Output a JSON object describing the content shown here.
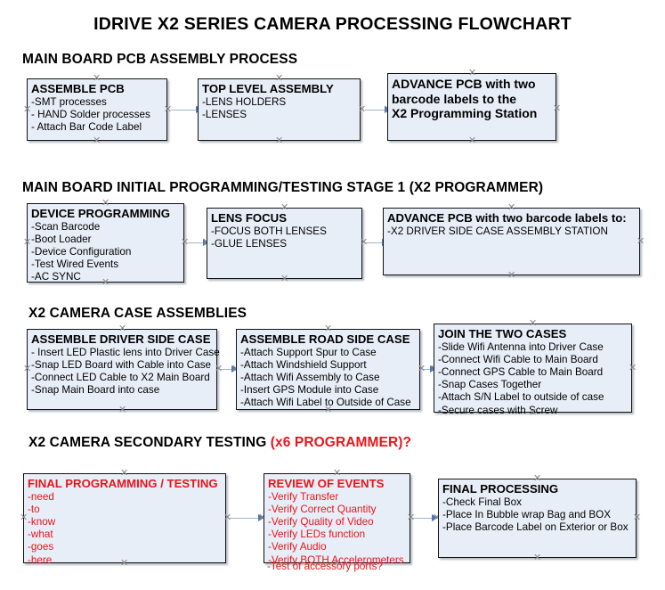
{
  "document": {
    "title": "IDRIVE X2  SERIES CAMERA PROCESSING FLOWCHART"
  },
  "colors": {
    "box_fill": "#e8eef8",
    "box_border": "#111111",
    "connector_line": "#9fb4cc",
    "connector_head": "#4a77b5",
    "accent_red": "#e8151b",
    "text": "#000000",
    "background": "#ffffff"
  },
  "sections": [
    {
      "heading": "MAIN BOARD PCB ASSEMBLY PROCESS",
      "heading_accent": "",
      "nodes": [
        {
          "title": "ASSEMBLE PCB",
          "lines": [
            "-SMT processes",
            "- HAND Solder processes",
            "- Attach Bar Code Label"
          ]
        },
        {
          "title": "TOP LEVEL ASSEMBLY",
          "lines": [
            "-LENS HOLDERS",
            "-LENSES"
          ]
        },
        {
          "title": "ADVANCE PCB with two",
          "lines": [
            "barcode labels to the",
            " X2 Programming Station"
          ]
        }
      ]
    },
    {
      "heading": "MAIN BOARD INITIAL PROGRAMMING/TESTING STAGE 1 (X2 PROGRAMMER)",
      "heading_accent": "",
      "nodes": [
        {
          "title": "DEVICE PROGRAMMING",
          "lines": [
            "-Scan Barcode",
            "-Boot Loader",
            "-Device Configuration",
            "-Test Wired Events",
            "-AC SYNC"
          ]
        },
        {
          "title": "LENS FOCUS",
          "lines": [
            "-FOCUS BOTH LENSES",
            "-GLUE LENSES"
          ]
        },
        {
          "title": "ADVANCE PCB with two barcode labels to:",
          "lines": [
            "-X2 DRIVER  SIDE  CASE  ASSEMBLY STATION"
          ]
        }
      ]
    },
    {
      "heading": "X2 CAMERA CASE ASSEMBLIES",
      "heading_accent": "",
      "nodes": [
        {
          "title": "ASSEMBLE DRIVER SIDE CASE",
          "lines": [
            "- Insert LED Plastic lens into Driver Case",
            "-Snap LED Board with Cable into Case",
            "-Connect LED Cable to X2 Main Board",
            "-Snap Main Board into case"
          ]
        },
        {
          "title": "ASSEMBLE ROAD SIDE CASE",
          "lines": [
            "-Attach Support Spur to Case",
            "-Attach Windshield Support",
            "-Attach Wifi Assembly to Case",
            "-Insert GPS Module into Case",
            "-Attach Wifi Label to Outside of Case"
          ]
        },
        {
          "title": "JOIN THE TWO CASES",
          "lines": [
            "-Slide Wifi Antenna into Driver Case",
            "-Connect Wifi Cable to Main Board",
            "-Connect GPS Cable to Main Board",
            "-Snap Cases Together",
            "-Attach S/N Label to outside of case",
            "-Secure cases with Screw"
          ]
        }
      ]
    },
    {
      "heading": "X2 CAMERA SECONDARY TESTING ",
      "heading_accent": "(x6 PROGRAMMER)?",
      "nodes": [
        {
          "title": "FINAL PROGRAMMING / TESTING",
          "lines": [
            "-need",
            "-to",
            "-know",
            "-what",
            "-goes",
            "-here"
          ]
        },
        {
          "title": "REVIEW OF EVENTS",
          "lines": [
            "-Verify Transfer",
            "-Verify Correct Quantity",
            "-Verify Quality of Video",
            "-Verify LEDs function",
            "-Verify Audio",
            "-Verify BOTH Accelerometers"
          ],
          "overflow_line": "-Test of accessory ports?"
        },
        {
          "title": "FINAL PROCESSING",
          "lines": [
            " -Check Final Box",
            "-Place In Bubble wrap Bag and BOX",
            "-Place Barcode Label on Exterior or Box"
          ]
        }
      ]
    }
  ]
}
